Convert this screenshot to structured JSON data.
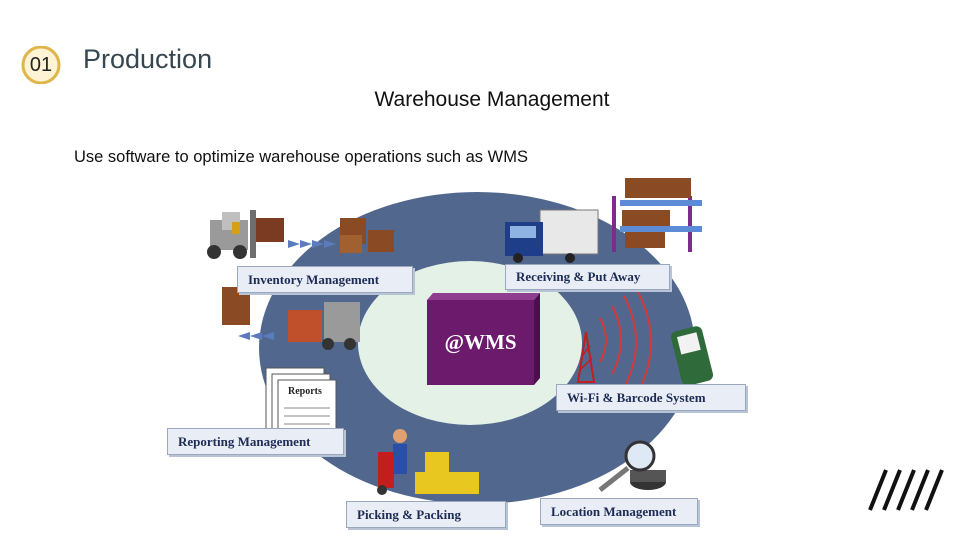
{
  "header": {
    "badge_number": "01",
    "section_title": "Production"
  },
  "slide": {
    "title": "Warehouse Management",
    "subtitle": "Use software to optimize warehouse operations such as WMS"
  },
  "diagram": {
    "center_label": "@WMS",
    "labels": {
      "inventory": "Inventory Management",
      "receiving": "Receiving & Put Away",
      "wifi": "Wi-Fi & Barcode System",
      "reporting": "Reporting Management",
      "picking": "Picking & Packing",
      "location": "Location Management"
    },
    "report_doc_text": "Reports",
    "colors": {
      "outer_ring": "#52678d",
      "inner_area": "#e4f1e6",
      "wms_block": "#6b1a6c",
      "box_brown": "#8a4a24",
      "forklift_gray": "#8c8c8c",
      "label_bg": "#e9eef6"
    }
  }
}
